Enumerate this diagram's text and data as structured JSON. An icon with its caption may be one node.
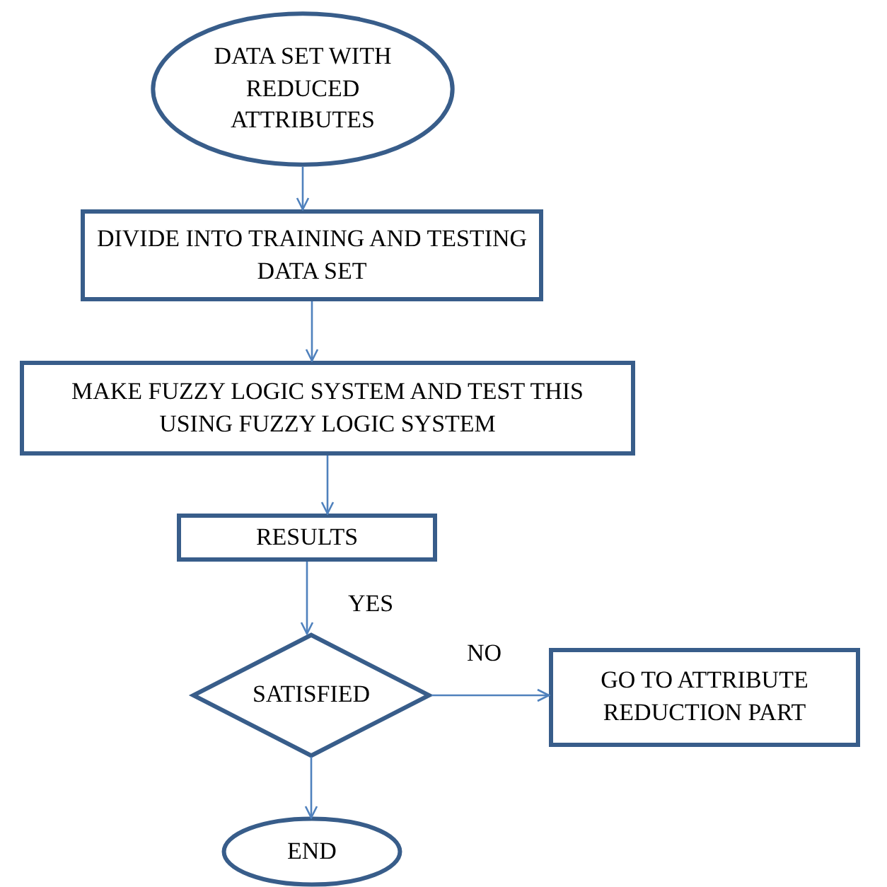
{
  "diagram": {
    "nodes": [
      {
        "text": [
          "DATA SET WITH REDUCED ATTRIBUTES"
        ]
      },
      {
        "text": [
          "DIVIDE INTO TRAINING AND TESTING DATA SET"
        ]
      },
      {
        "text": [
          "MAKE FUZZY LOGIC SYSTEM AND TEST THIS USING FUZZY LOGIC SYSTEM"
        ]
      },
      {
        "text": [
          "RESULTS"
        ]
      },
      {
        "text": [
          "SATISFIED"
        ]
      },
      {
        "text": [
          "GO TO ATTRIBUTE REDUCTION PART"
        ]
      },
      {
        "text": [
          "END"
        ]
      }
    ],
    "edges": [
      {
        "from": 0,
        "to": 1,
        "arrow": "to"
      },
      {
        "from": 1,
        "to": 2,
        "arrow": "to"
      },
      {
        "from": 2,
        "to": 3,
        "arrow": "to"
      },
      {
        "from": 3,
        "to": 4,
        "arrow": "to",
        "label": "YES"
      },
      {
        "from": 4,
        "to": 5,
        "arrow": "to",
        "label": "NO"
      },
      {
        "from": 4,
        "to": 6,
        "arrow": "to"
      }
    ]
  }
}
